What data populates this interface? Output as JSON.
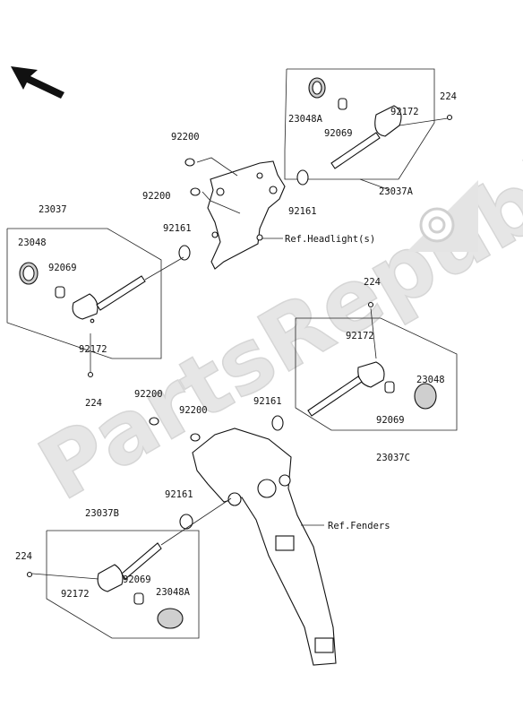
{
  "watermark": "PartsRepublik",
  "labels": {
    "l224_tr": "224",
    "l23048A_tr": "23048A",
    "l92172_tr": "92172",
    "l92069_tr": "92069",
    "l92200_a": "92200",
    "l92200_b": "92200",
    "l92161_tr": "92161",
    "l23037A": "23037A",
    "l23037": "23037",
    "l23048_l": "23048",
    "l92069_l": "92069",
    "l92161_l": "92161",
    "l_ref_headlight": "Ref.Headlight(s)",
    "l92172_l": "92172",
    "l224_l": "224",
    "l224_r": "224",
    "l92172_r": "92172",
    "l23048_r": "23048",
    "l92161_r": "92161",
    "l92069_r": "92069",
    "l23037C": "23037C",
    "l92200_c": "92200",
    "l92200_d": "92200",
    "l92161_b": "92161",
    "l23037B": "23037B",
    "l_ref_fenders": "Ref.Fenders",
    "l224_b": "224",
    "l92172_b": "92172",
    "l92069_b": "92069",
    "l23048A_b": "23048A"
  },
  "icons": {
    "direction_arrow": "arrow-up-left-icon",
    "gear": "gear-icon"
  }
}
